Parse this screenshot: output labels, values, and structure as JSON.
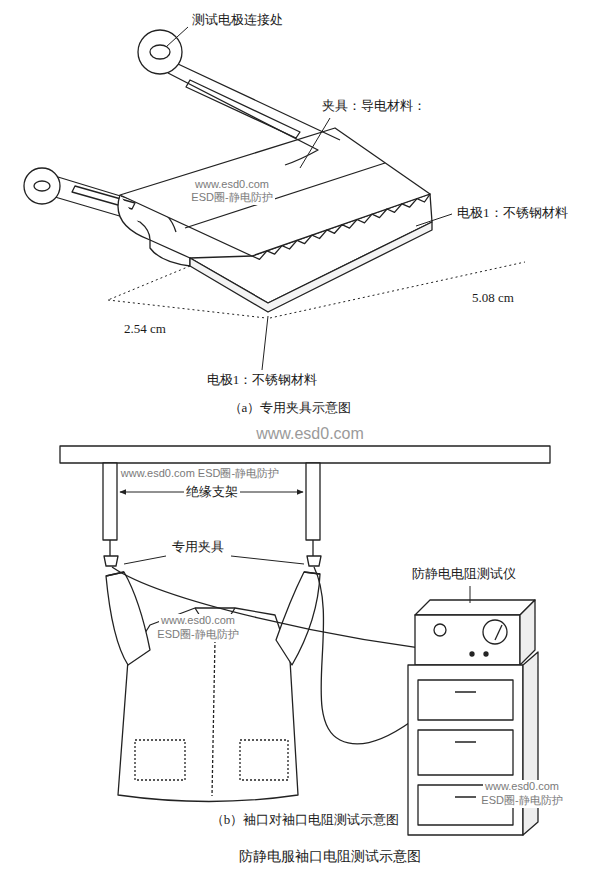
{
  "diagram": {
    "caption": "防静电服袖口电阻测试示意图",
    "labels": [
      "测试电极连接处",
      "夹具：导电材料：",
      "www.esd0.com",
      "ESD圈-静电防护",
      "电极1：不锈钢材料",
      "2.54 cm",
      "5.08 cm",
      "电极1：不锈钢材料",
      "（a）专用夹具示意图",
      "www.esd0.com",
      "www.esd0.com ESD圈-静电防护",
      "绝缘支架",
      "专用夹具",
      "防静电电阻测试仪",
      "www.esd0.com",
      "ESD圈-静电防护",
      "www.esd0.com",
      "ESD圈-静电防护",
      "（b）袖口对袖口电阻测试示意图"
    ]
  }
}
